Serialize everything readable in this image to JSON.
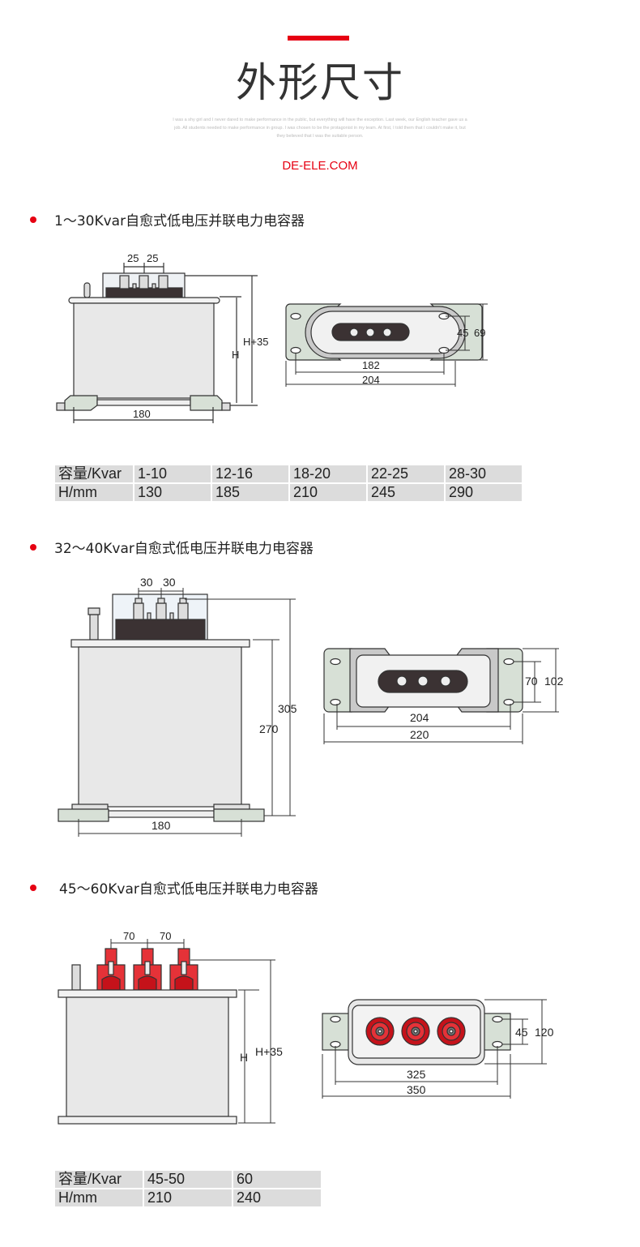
{
  "header": {
    "title": "外形尺寸",
    "blurb": "I was a shy girl and I never dared to make performance in the public, but everything will have the exception. Last week, our English teacher gave us a job. All students needed to make performance in group. I was chosen to be the protagonist in my team. At first, I told them that I couldn't make it, but they believed that I was the suitable person.",
    "site": "DE-ELE.COM",
    "accent_color": "#e60012"
  },
  "sections": [
    {
      "title": "1～30Kvar自愈式低电压并联电力电容器",
      "front_view": {
        "terminal_spacing": [
          "25",
          "25"
        ],
        "height_label": "H",
        "total_height_label": "H+35",
        "width_label": "180"
      },
      "top_view": {
        "hole_spacing": "182",
        "overall_width": "204",
        "hole_pitch": "45",
        "overall_depth": "69"
      },
      "table": {
        "header": [
          "容量/Kvar",
          "1-10",
          "12-16",
          "18-20",
          "22-25",
          "28-30"
        ],
        "row": [
          "H/mm",
          "130",
          "185",
          "210",
          "245",
          "290"
        ]
      }
    },
    {
      "title": "32～40Kvar自愈式低电压并联电力电容器",
      "front_view": {
        "terminal_spacing": [
          "30",
          "30"
        ],
        "height_label": "270",
        "total_height_label": "305",
        "width_label": "180"
      },
      "top_view": {
        "hole_spacing": "204",
        "overall_width": "220",
        "hole_pitch": "70",
        "overall_depth": "102"
      }
    },
    {
      "title": "45～60Kvar自愈式低电压并联电力电容器",
      "front_view": {
        "terminal_spacing": [
          "70",
          "70"
        ],
        "height_label": "H",
        "total_height_label": "H+35"
      },
      "top_view": {
        "hole_spacing": "325",
        "overall_width": "350",
        "hole_pitch": "45",
        "overall_depth": "120"
      },
      "table": {
        "header": [
          "容量/Kvar",
          "45-50",
          "60"
        ],
        "row": [
          "H/mm",
          "210",
          "240"
        ]
      }
    }
  ]
}
